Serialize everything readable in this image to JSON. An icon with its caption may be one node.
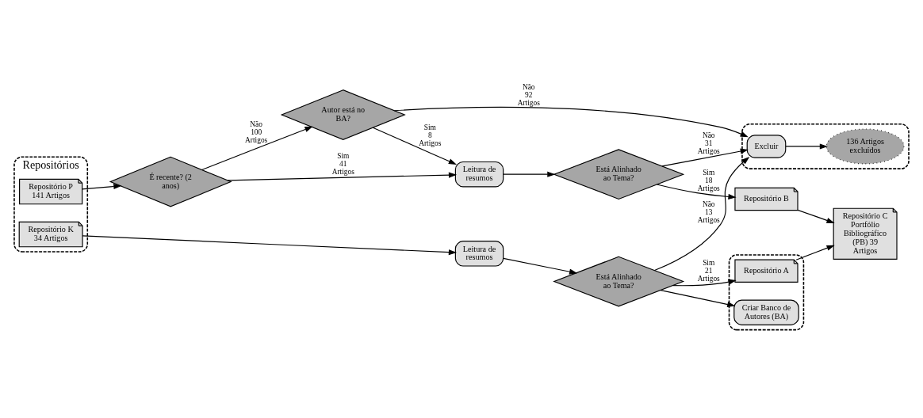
{
  "diagram": {
    "nodes": [
      {
        "text": [
          "Repositórios"
        ]
      },
      {
        "text": [
          "Repositório K 34 Artigos"
        ],
        "in": 0
      },
      {
        "text": [
          "Repositório P 141 Artigos"
        ],
        "in": 0
      },
      {
        "text": [
          "Leitura de resumos"
        ]
      },
      {
        "text": [
          "Está Alinhado ao Tema?"
        ]
      },
      {
        "text": [],
        "shape": "box"
      },
      {
        "text": [
          "Criar Banco de Autores (BA)"
        ],
        "in": 5
      },
      {
        "text": [
          "Repositório A"
        ],
        "in": 5
      },
      {
        "text": [],
        "shape": "box"
      },
      {
        "text": [
          "Excluir"
        ],
        "in": 8
      },
      {
        "text": [
          "136 Artigos excluídos"
        ],
        "in": 8
      },
      {
        "text": [
          "Repositório C Portfólio Bibliográfico (PB) 39 Artigos"
        ]
      },
      {
        "text": [
          "Autor está no BA?"
        ]
      },
      {
        "text": [
          "Leitura de resumos"
        ]
      },
      {
        "text": [
          "Está Alinhado ao Tema?"
        ]
      },
      {
        "text": [
          "Repositório B"
        ]
      },
      {
        "text": [
          "É recente? (2 anos)"
        ]
      }
    ],
    "edges": [
      {
        "from": 1,
        "to": 3,
        "arrow": "to"
      },
      {
        "from": 3,
        "to": 4,
        "arrow": "to"
      },
      {
        "from": 4,
        "to": 6,
        "arrow": "to"
      },
      {
        "from": 4,
        "to": 7,
        "arrow": "to",
        "label": "Sim 21 Artigos"
      },
      {
        "from": 4,
        "to": 9,
        "arrow": "to",
        "label": "Não 13 Artigos"
      },
      {
        "from": 7,
        "to": 11,
        "arrow": "to"
      },
      {
        "from": 9,
        "to": 10,
        "arrow": "to"
      },
      {
        "from": 2,
        "to": 16,
        "arrow": "to"
      },
      {
        "from": 16,
        "to": 12,
        "arrow": "to",
        "label": "Não 100 Artigos"
      },
      {
        "from": 16,
        "to": 13,
        "arrow": "to",
        "label": "Sim 41 Artigos"
      },
      {
        "from": 12,
        "to": 9,
        "arrow": "to",
        "label": "Não 92 Artigos"
      },
      {
        "from": 12,
        "to": 13,
        "arrow": "to",
        "label": "Sim 8 Artigos"
      },
      {
        "from": 13,
        "to": 14,
        "arrow": "to"
      },
      {
        "from": 14,
        "to": 9,
        "arrow": "to",
        "label": "Não 31 Artigos"
      },
      {
        "from": 14,
        "to": 15,
        "arrow": "to",
        "label": "Sim 18 Artigos"
      },
      {
        "from": 15,
        "to": 11,
        "arrow": "to"
      }
    ]
  }
}
